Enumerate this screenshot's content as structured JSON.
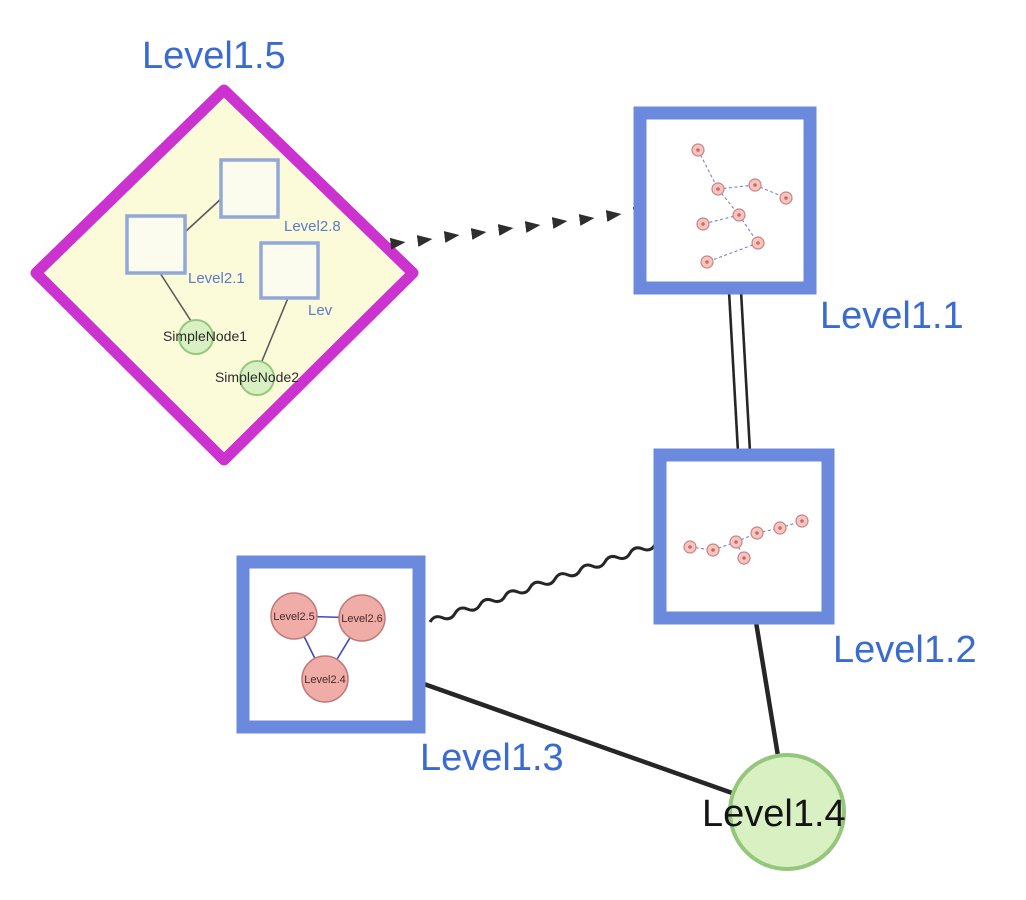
{
  "colors": {
    "label-blue": "#3a6bd0",
    "black-label": "#141414",
    "diamond-stroke": "#cb32cf",
    "diamond-fill": "#fbfbda",
    "box-stroke": "#6b8ade",
    "inner-square-stroke": "#92a8d8",
    "inner-square-fill": "#fcfcee",
    "green-fill": "#d9f0c2",
    "green-stroke": "#94c77c",
    "pink-fill": "#f0aca6",
    "pink-stroke": "#bf7a78",
    "mini-pink-fill": "#f6c5c0",
    "mini-pink-stroke": "#c98382",
    "mini-edge-blue": "#7583cf",
    "tri-edge-blue": "#3a49c0",
    "edge-dark": "#262626"
  },
  "nodes": {
    "level15": {
      "label": "Level1.5"
    },
    "level11": {
      "label": "Level1.1"
    },
    "level12": {
      "label": "Level1.2"
    },
    "level13": {
      "label": "Level1.3"
    },
    "level14": {
      "label": "Level1.4"
    }
  },
  "level15_contents": {
    "square_labels": {
      "level28": "Level2.8",
      "level21": "Level2.1",
      "lev": "Lev"
    },
    "simple_nodes": {
      "node1": "SimpleNode1",
      "node2": "SimpleNode2"
    }
  },
  "level13_contents": {
    "level25": "Level2.5",
    "level26": "Level2.6",
    "level24": "Level2.4"
  }
}
